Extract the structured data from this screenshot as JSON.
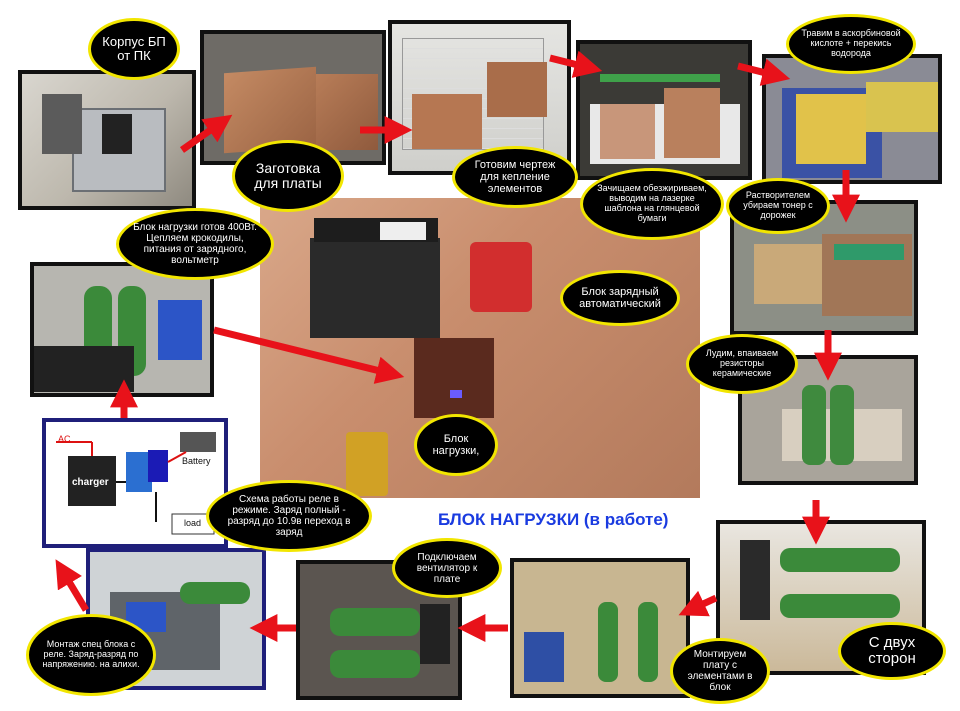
{
  "title": "БЛОК НАГРУЗКИ (в работе)",
  "captions": {
    "psu_case": "Корпус БП от ПК",
    "blank": "Заготовка для платы",
    "drawing": "Готовим чертеж для кепление элементов",
    "degrease": "Зачищаем обезжириваем, выводим на лазерке шаблона на глянцевой бумаги",
    "etch": "Травим в  аскорбиновой кислоте + перекись водорода",
    "solvent": "Растворителем убираем тонер с дорожек",
    "tin": "Лудим, впаиваем резисторы керамические",
    "both_sides": "С двух сторон",
    "mount_board": "Монтируем плату с элементами в блок",
    "fan": "Подключаем вентилятор к плате",
    "relay": "Монтаж спец блока с реле. Заряд-разряд по напряжению. на алихи.",
    "scheme": "Схема работы реле в режиме. Заряд полный - разряд до 10.9в переход в заряд",
    "load_ready": "Блок нагрузки готов 400Вт. Цепляем крокодилы, питания от зарядного, вольтметр",
    "charger_unit": "Блок зарядный автоматический",
    "load_unit": "Блок нагрузки,"
  },
  "diagram": {
    "ac_label": "AC",
    "charger_label": "charger",
    "battery_label": "Battery",
    "load_label": "load"
  },
  "colors": {
    "arrow": "#e8121a",
    "bubble_border": "#f2e600",
    "title": "#1a3be0"
  }
}
